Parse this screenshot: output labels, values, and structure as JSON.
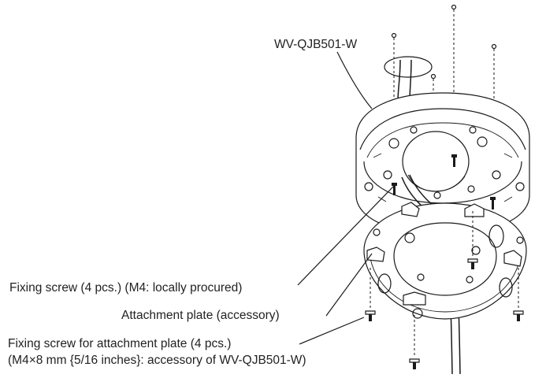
{
  "callouts": {
    "model": "WV-QJB501-W",
    "fixing_screw": "Fixing screw (4 pcs.) (M4: locally procured)",
    "attachment_plate": "Attachment plate (accessory)",
    "plate_screw_line1": "Fixing screw for attachment plate (4 pcs.)",
    "plate_screw_line2": "(M4×8 mm {5/16 inches}: accessory of WV-QJB501-W)"
  },
  "colors": {
    "line": "#1a1a1a",
    "background": "#ffffff"
  }
}
